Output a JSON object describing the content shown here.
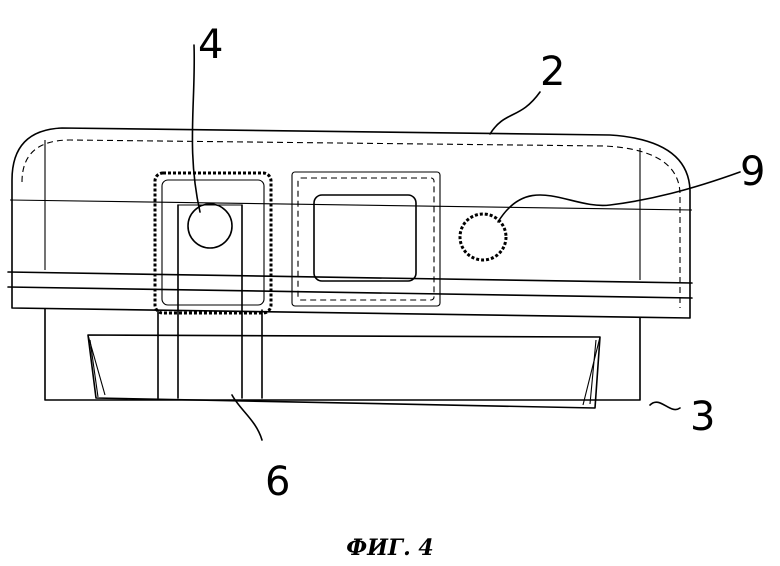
{
  "figure": {
    "caption": "ФИГ. 4",
    "references": {
      "ref_2": "2",
      "ref_3": "3",
      "ref_4": "4",
      "ref_6": "6",
      "ref_9": "9"
    }
  }
}
